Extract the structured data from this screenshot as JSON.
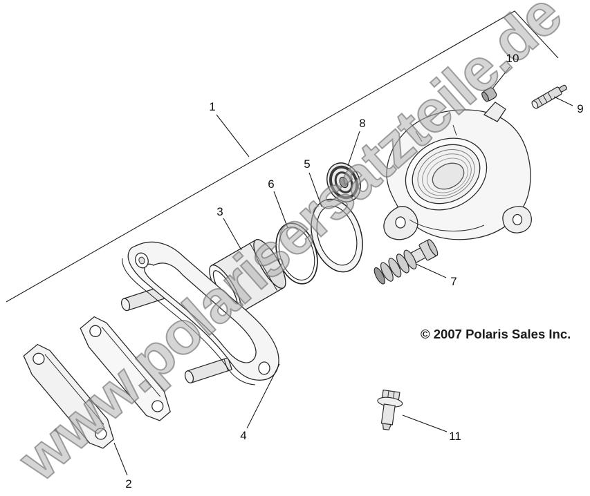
{
  "diagram": {
    "watermark": "www.polarisersatzteile.de",
    "copyright": "© 2007 Polaris Sales Inc.",
    "callouts": [
      "1",
      "2",
      "3",
      "4",
      "5",
      "6",
      "7",
      "8",
      "9",
      "10",
      "11"
    ]
  }
}
